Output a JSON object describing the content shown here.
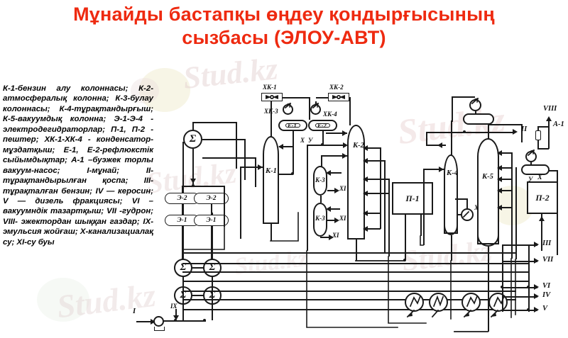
{
  "title": {
    "line1": "Мұнайды бастапқы өңдеу қондырғысының",
    "line2": "сызбасы (ЭЛОУ-АВТ)",
    "color": "#ee2a10"
  },
  "watermark": {
    "text": "Stud.kz"
  },
  "legend": {
    "text": "К-1-бензин алу колоннасы; К-2- атмосфералық колонна; К-3-булау колоннасы; К-4-тұрақтандырғыш;  К-5-вакуумдық колонна; Э-1-Э-4 - электродегидраторлар; П-1, П-2 - пештер; ХК-1-ХК-4 - конденсатор-мұздатқыш; Е-1, Е-2-рефлюкстік сыйымдықтар; А-1 –буэжек торлы вакуум-насос;  I-мұнай;  II-тұрақтандырылған қоспа;  III- тұрақталған бензин;  IV — керосин;  V — дизель фракциясы;  VI – вакуумндік тазартқыш;  VII -гудрон;  VIII- эжектордан шыққан газдар; IX-эмульсия жойғаш; X-канализациалақ су; XI-су буы"
  },
  "equipment": {
    "columns": [
      {
        "id": "K-1",
        "label": "К-1"
      },
      {
        "id": "K-2",
        "label": "К-2"
      },
      {
        "id": "K-3a",
        "label": "К-3"
      },
      {
        "id": "K-3b",
        "label": "К-3"
      },
      {
        "id": "K-4",
        "label": "К-4"
      },
      {
        "id": "K-5",
        "label": "К-5"
      }
    ],
    "furnaces": [
      {
        "id": "P-1",
        "label": "П-1"
      },
      {
        "id": "P-2",
        "label": "П-2"
      }
    ],
    "electrodehydrators": [
      {
        "id": "E-2a",
        "label": "Э-2"
      },
      {
        "id": "E-2b",
        "label": "Э-2"
      },
      {
        "id": "E-1a",
        "label": "Э-1"
      },
      {
        "id": "E-1b",
        "label": "Э-1"
      }
    ],
    "reflux_drums": [
      {
        "id": "Ye-1",
        "label": "Е-1"
      },
      {
        "id": "Ye-2",
        "label": "Е-2"
      }
    ],
    "heat_exchangers": [
      {
        "id": "HK-1",
        "label": "ХК-1"
      },
      {
        "id": "HK-2",
        "label": "ХК-2"
      },
      {
        "id": "HK-3",
        "label": "ХК-3"
      },
      {
        "id": "HK-4",
        "label": "ХК-4"
      }
    ],
    "ejector": {
      "id": "A-1",
      "label": "А-1"
    },
    "mixers": [
      {
        "id": "mix-top",
        "label": "Σ"
      },
      {
        "id": "mix-1",
        "label": "Σ"
      },
      {
        "id": "mix-2",
        "label": "Σ"
      },
      {
        "id": "mix-3",
        "label": "Σ"
      },
      {
        "id": "mix-4",
        "label": "Σ"
      }
    ]
  },
  "streams": {
    "feed": {
      "label": "I"
    },
    "emulsion_breaker": {
      "label": "IX"
    },
    "stabilized_mix": {
      "label": "II"
    },
    "ejector_gas": {
      "label": "VIII"
    },
    "sewer_water_k5": {
      "label": "X"
    },
    "sewer_water_e2": {
      "label": "X"
    },
    "reflux_y": {
      "label": "У"
    },
    "reflux_y2": {
      "label": "У"
    },
    "steam": {
      "label": "XI"
    },
    "outputs": [
      {
        "label": "III"
      },
      {
        "label": "VII"
      },
      {
        "label": "VI"
      },
      {
        "label": "IV"
      },
      {
        "label": "V"
      }
    ]
  }
}
